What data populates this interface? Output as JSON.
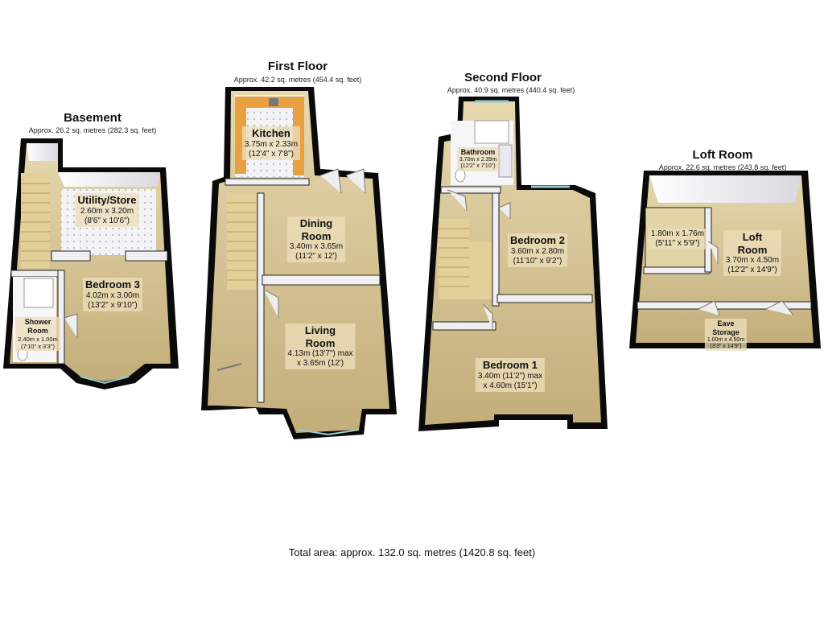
{
  "total_area": "Total area: approx. 132.0 sq. metres (1420.8 sq. feet)",
  "floors": {
    "basement": {
      "title": "Basement",
      "area": "Approx. 26.2 sq. metres (282.3 sq. feet)",
      "rooms": {
        "utility": {
          "name": "Utility/Store",
          "dims": [
            "2.60m x 3.20m",
            "(8'6\" x 10'6\")"
          ]
        },
        "bedroom3": {
          "name": "Bedroom 3",
          "dims": [
            "4.02m x 3.00m",
            "(13'2\" x 9'10\")"
          ]
        },
        "shower": {
          "name": [
            "Shower",
            "Room"
          ],
          "dims": [
            "2.40m x 1.00m",
            "(7'10\" x 3'3\")"
          ]
        }
      }
    },
    "first": {
      "title": "First Floor",
      "area": "Approx. 42.2 sq. metres (454.4 sq. feet)",
      "rooms": {
        "kitchen": {
          "name": "Kitchen",
          "dims": [
            "3.75m x 2.33m",
            "(12'4\" x 7'8\")"
          ]
        },
        "dining": {
          "name": [
            "Dining",
            "Room"
          ],
          "dims": [
            "3.40m x 3.65m",
            "(11'2\" x 12')"
          ]
        },
        "living": {
          "name": [
            "Living",
            "Room"
          ],
          "dims": [
            "4.13m (13'7\") max",
            "x 3.65m (12')"
          ]
        }
      }
    },
    "second": {
      "title": "Second Floor",
      "area": "Approx. 40.9 sq. metres (440.4 sq. feet)",
      "rooms": {
        "bathroom": {
          "name": "Bathroom",
          "dims": [
            "3.70m x 2.39m",
            "(12'2\" x 7'10\")"
          ]
        },
        "bedroom2": {
          "name": "Bedroom 2",
          "dims": [
            "3.60m x 2.80m",
            "(11'10\" x 9'2\")"
          ]
        },
        "bedroom1": {
          "name": "Bedroom 1",
          "dims": [
            "3.40m (11'2\") max",
            "x 4.60m (15'1\")"
          ]
        }
      }
    },
    "loft": {
      "title": "Loft Room",
      "area": "Approx. 22.6 sq. metres (243.8 sq. feet)",
      "rooms": {
        "small": {
          "dims": [
            "1.80m x 1.76m",
            "(5'11\" x 5'9\")"
          ]
        },
        "loft": {
          "name": [
            "Loft",
            "Room"
          ],
          "dims": [
            "3.70m x 4.50m",
            "(12'2\" x 14'9\")"
          ]
        },
        "eave": {
          "name": [
            "Eave",
            "Storage"
          ],
          "dims": [
            "1.00m x 4.50m",
            "(3'3\" x 14'9\")"
          ]
        }
      }
    }
  },
  "colors": {
    "wall": "#0a0a0a",
    "floor": "#cdbb8c",
    "wall_inner": "#f2f2f4",
    "tile": "#f4f4f6",
    "worktop": "#e8a040"
  }
}
